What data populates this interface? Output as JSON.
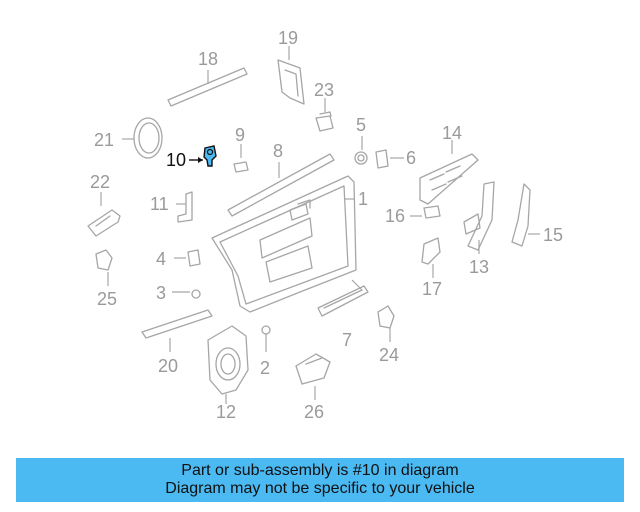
{
  "diagram": {
    "highlight_color": "#4bb9f2",
    "callouts": {
      "c1": "1",
      "c2": "2",
      "c3": "3",
      "c4": "4",
      "c5": "5",
      "c6": "6",
      "c7": "7",
      "c8": "8",
      "c9": "9",
      "c10": "10",
      "c11": "11",
      "c12": "12",
      "c13": "13",
      "c14": "14",
      "c15": "15",
      "c16": "16",
      "c17": "17",
      "c18": "18",
      "c19": "19",
      "c20": "20",
      "c21": "21",
      "c22": "22",
      "c23": "23",
      "c24": "24",
      "c25": "25",
      "c26": "26"
    }
  },
  "banner": {
    "line1": "Part or sub-assembly is #10 in diagram",
    "line2": "Diagram may not be specific to your vehicle",
    "background": "#4bb9f2"
  }
}
